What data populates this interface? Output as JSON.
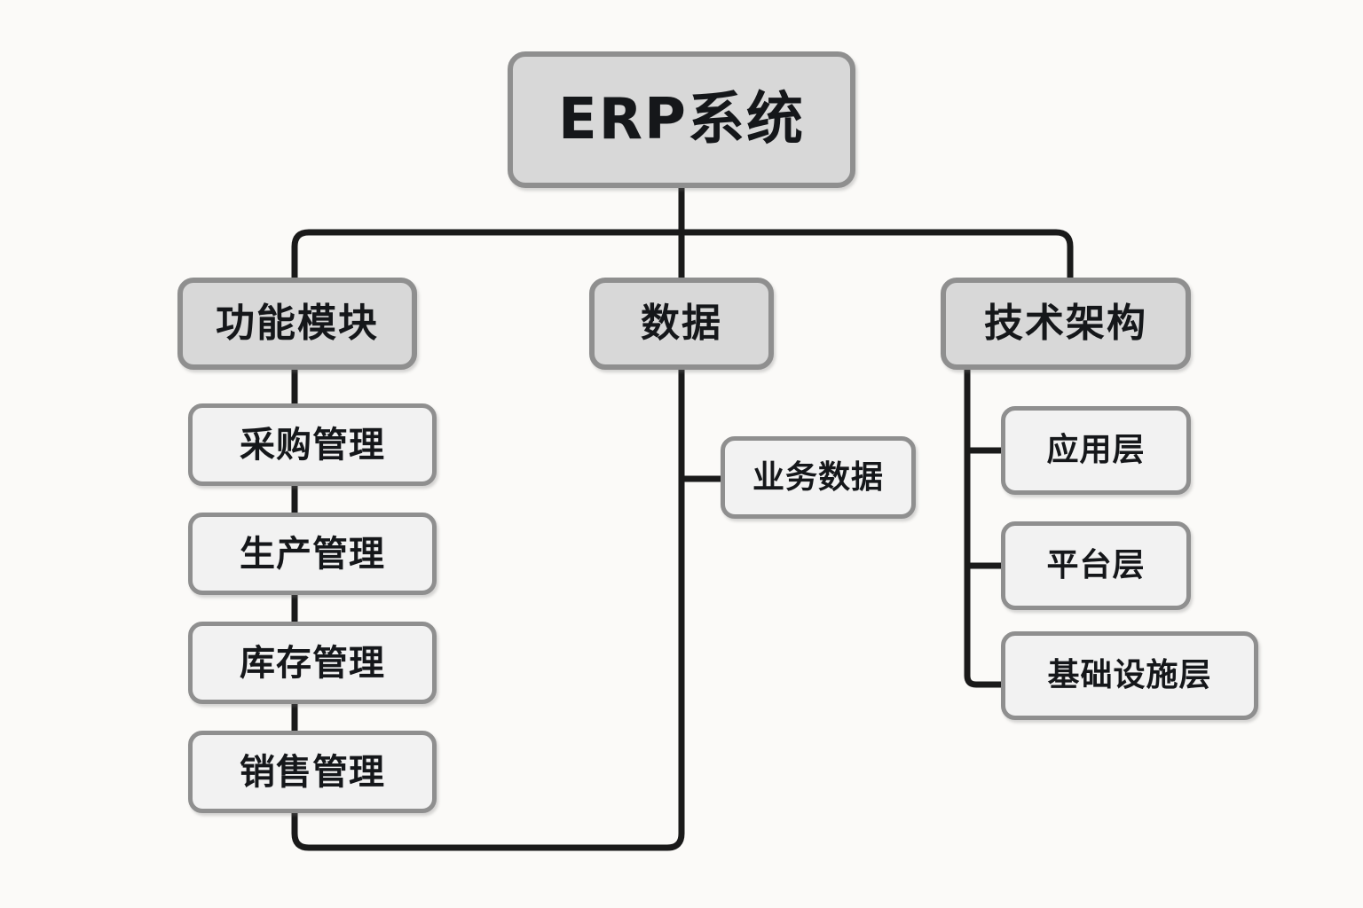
{
  "diagram": {
    "type": "tree",
    "title": "ERP系统",
    "background_color": "#fbfaf8",
    "node_fill_primary": "#d8d8d8",
    "node_fill_leaf": "#f2f2f2",
    "node_border_color": "#8f8f8f",
    "connector_color": "#1a1a1a",
    "root": {
      "label": "ERP系统"
    },
    "branches": [
      {
        "label": "功能模块",
        "children": [
          {
            "label": "采购管理"
          },
          {
            "label": "生产管理"
          },
          {
            "label": "库存管理"
          },
          {
            "label": "销售管理"
          }
        ]
      },
      {
        "label": "数据",
        "children": [
          {
            "label": "业务数据"
          }
        ]
      },
      {
        "label": "技术架构",
        "children": [
          {
            "label": "应用层"
          },
          {
            "label": "平台层"
          },
          {
            "label": "基础设施层"
          }
        ]
      }
    ]
  }
}
